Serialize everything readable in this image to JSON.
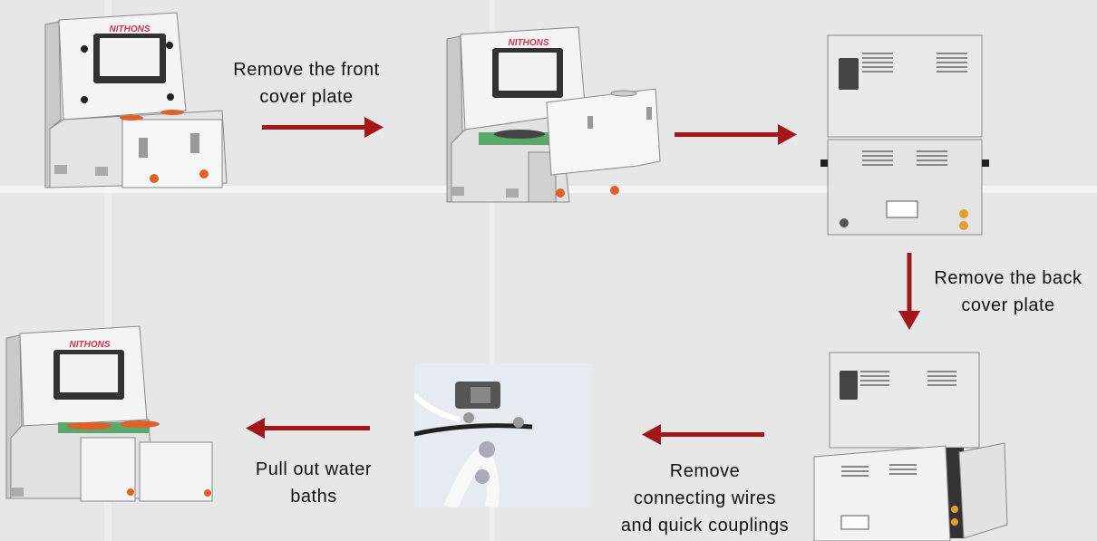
{
  "brand": "NITHONS",
  "colors": {
    "arrow": "#a3161a",
    "background": "#e7e7e7",
    "brand": "#d6344a",
    "accent_orange": "#e0602a"
  },
  "steps": [
    {
      "label_lines": [
        "Remove the front",
        "cover plate"
      ]
    },
    {
      "label_lines": [
        "Remove the back",
        "cover plate"
      ]
    },
    {
      "label_lines": [
        "Remove",
        "connecting wires",
        "and quick couplings"
      ]
    },
    {
      "label_lines": [
        "Pull out water",
        "baths"
      ]
    }
  ]
}
